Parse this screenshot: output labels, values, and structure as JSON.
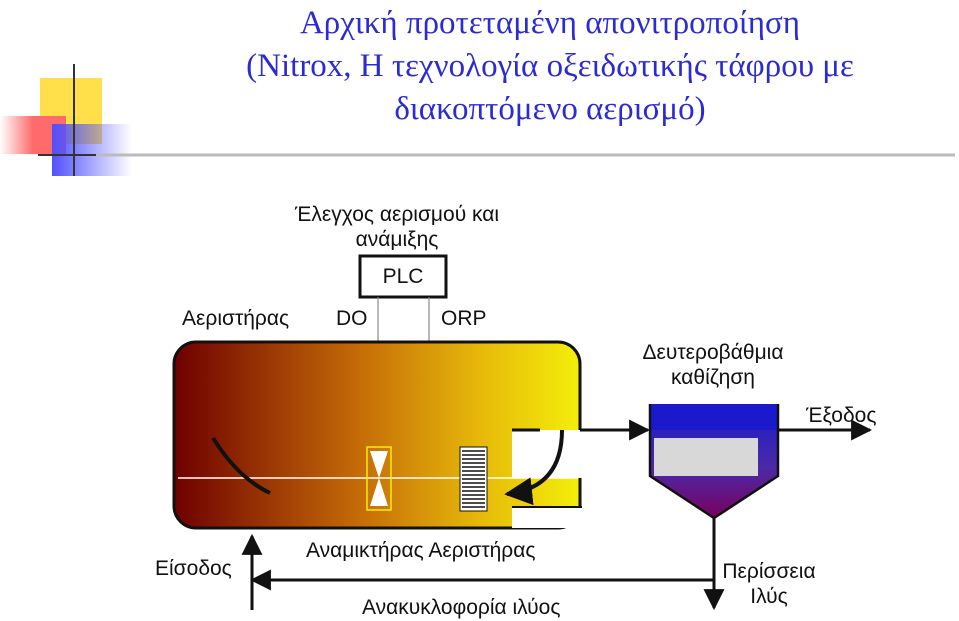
{
  "title": {
    "line1": "Αρχική προτεταμένη απονιτροποίηση",
    "line2": "(Nitrox, Η τεχνολογία οξειδωτικής τάφρου με",
    "line3": "διακοπτόμενο αερισμό)"
  },
  "labels": {
    "control_line1": "Έλεγχος αερισμού και",
    "control_line2": "ανάμιξης",
    "plc": "PLC",
    "aerator": "Αεριστήρας",
    "do": "DO",
    "orp": "ORP",
    "secondary_line1": "Δευτεροβάθμια",
    "secondary_line2": "καθίζηση",
    "exit": "Έξοδος",
    "inlet": "Είσοδος",
    "mixer_aerator": "Αναμικτήρας Αεριστήρας",
    "recirculation": "Ανακυκλοφορία ιλύος",
    "excess_line1": "Περίσσεια",
    "excess_line2": "Ιλύς"
  },
  "colors": {
    "title": "#2b2bd6",
    "tank_start": "#6e0000",
    "tank_mid": "#d0880a",
    "tank_end": "#f4ee0a",
    "clarifier_top": "#1a1acc",
    "clarifier_bottom": "#7a0060",
    "deco_yellow": "#ffe04a",
    "deco_red": "#ff6a6a",
    "deco_blue": "#5050ff"
  }
}
